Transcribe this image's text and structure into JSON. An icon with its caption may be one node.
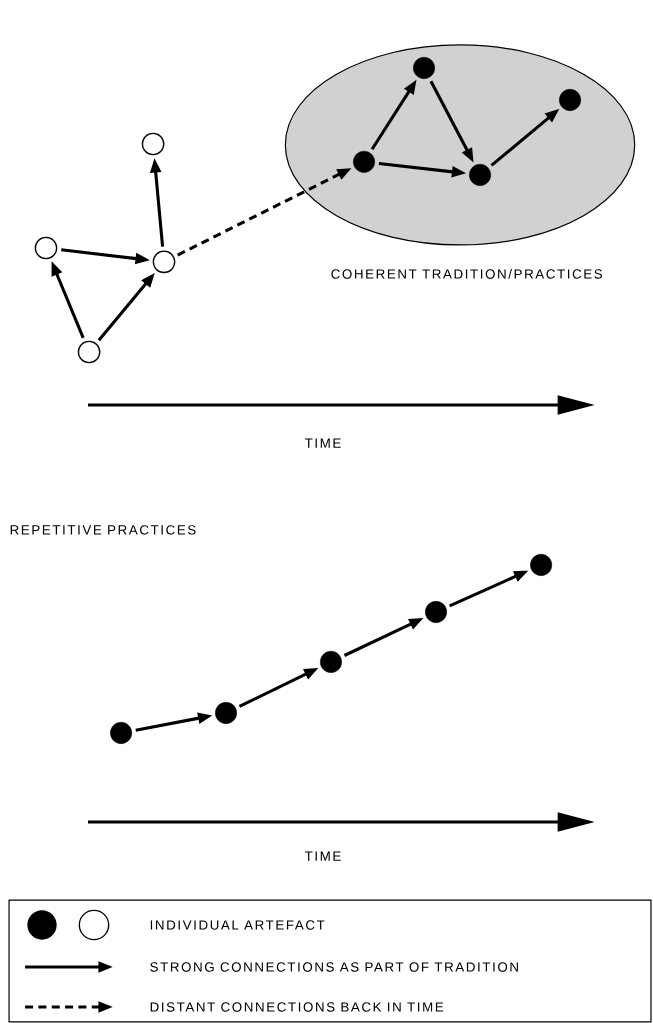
{
  "diagram": {
    "nodes": [
      {
        "text": [
          "COHERENT TRADITION/PRACTICES"
        ]
      },
      {
        "text": [],
        "shape": "dot",
        "in": 0
      },
      {
        "text": [],
        "shape": "dot",
        "in": 0
      },
      {
        "text": [],
        "shape": "circle"
      },
      {
        "text": [],
        "shape": "dot",
        "in": 0
      },
      {
        "text": [],
        "shape": "dot",
        "in": 0
      },
      {
        "text": [],
        "shape": "circle"
      },
      {
        "text": [],
        "shape": "circle"
      },
      {
        "text": [],
        "shape": "circle"
      },
      {
        "text": [],
        "shape": "dot"
      },
      {
        "text": [],
        "shape": "dot"
      },
      {
        "text": [],
        "shape": "dot"
      },
      {
        "text": [],
        "shape": "dot"
      },
      {
        "text": [],
        "shape": "dot"
      }
    ],
    "edges": [
      {
        "from": 8,
        "to": 6,
        "arrow": "to"
      },
      {
        "from": 8,
        "to": 7,
        "arrow": "to"
      },
      {
        "from": 6,
        "to": 7,
        "arrow": "to"
      },
      {
        "from": 7,
        "to": 3,
        "arrow": "to"
      },
      {
        "from": 7,
        "to": 4,
        "arrow": "to",
        "style": "dashed"
      },
      {
        "from": 4,
        "to": 1,
        "arrow": "to"
      },
      {
        "from": 1,
        "to": 5,
        "arrow": "to"
      },
      {
        "from": 4,
        "to": 5,
        "arrow": "to"
      },
      {
        "from": 5,
        "to": 2,
        "arrow": "to"
      },
      {
        "from": 9,
        "to": 10,
        "arrow": "to"
      },
      {
        "from": 10,
        "to": 11,
        "arrow": "to"
      },
      {
        "from": 11,
        "to": 12,
        "arrow": "to"
      },
      {
        "from": 12,
        "to": 13,
        "arrow": "to"
      }
    ],
    "labels": [
      "TIME",
      "REPETITIVE PRACTICES",
      "TIME"
    ],
    "legend": [
      {
        "text": "INDIVIDUAL ARTEFACT"
      },
      {
        "text": "STRONG CONNECTIONS AS PART OF TRADITION"
      },
      {
        "text": "DISTANT CONNECTIONS BACK IN TIME"
      }
    ]
  }
}
